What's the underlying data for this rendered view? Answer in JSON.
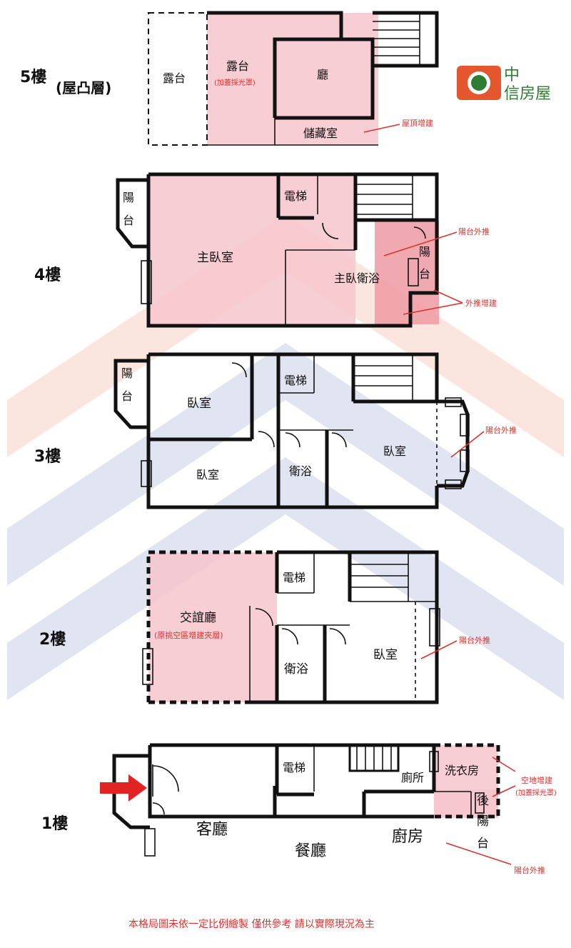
{
  "brand": {
    "logo_text_1": "中",
    "logo_text_2": "信房屋",
    "brand_color": "#e4572e",
    "accent_green": "#2f7d32"
  },
  "floors": {
    "f5": {
      "label": "5樓",
      "sub": "(屋凸層)",
      "rooms": {
        "terrace_left": "露台",
        "terrace_right": "露台",
        "terrace_note": "(加蓋採光罩)",
        "hall": "廳",
        "storage": "儲藏室"
      },
      "notes": {
        "roof_add": "屋頂增建"
      }
    },
    "f4": {
      "label": "4樓",
      "rooms": {
        "balcony_1": "陽",
        "balcony_2": "台",
        "elevator": "電梯",
        "master": "主臥室",
        "master_bath": "主臥衛浴",
        "balcony_r1": "陽",
        "balcony_r2": "台"
      },
      "notes": {
        "balcony_push": "陽台外推",
        "push_add": "外推增建"
      }
    },
    "f3": {
      "label": "3樓",
      "rooms": {
        "balcony_1": "陽",
        "balcony_2": "台",
        "elevator": "電梯",
        "bed_a": "臥室",
        "bed_b": "臥室",
        "bath": "衛浴",
        "bed_c": "臥室"
      },
      "notes": {
        "balcony_push": "陽台外推"
      }
    },
    "f2": {
      "label": "2樓",
      "rooms": {
        "elevator": "電梯",
        "lounge": "交誼廳",
        "lounge_note": "(原挑空區增建夾層)",
        "bath": "衛浴",
        "bed": "臥室"
      },
      "notes": {
        "balcony_push": "陽台外推"
      }
    },
    "f1": {
      "label": "1樓",
      "rooms": {
        "elevator": "電梯",
        "wc": "廁所",
        "laundry": "洗衣房",
        "living": "客廳",
        "dining": "餐廳",
        "kitchen": "廚房",
        "rear1": "後",
        "rear2": "陽",
        "rear3": "台"
      },
      "notes": {
        "yard_add": "空地增建",
        "yard_note": "(加蓋採光罩)",
        "balcony_push": "陽台外推"
      }
    }
  },
  "disclaimer": "本格局圖未依一定比例繪製 僅供參考 請以實際現況為主"
}
